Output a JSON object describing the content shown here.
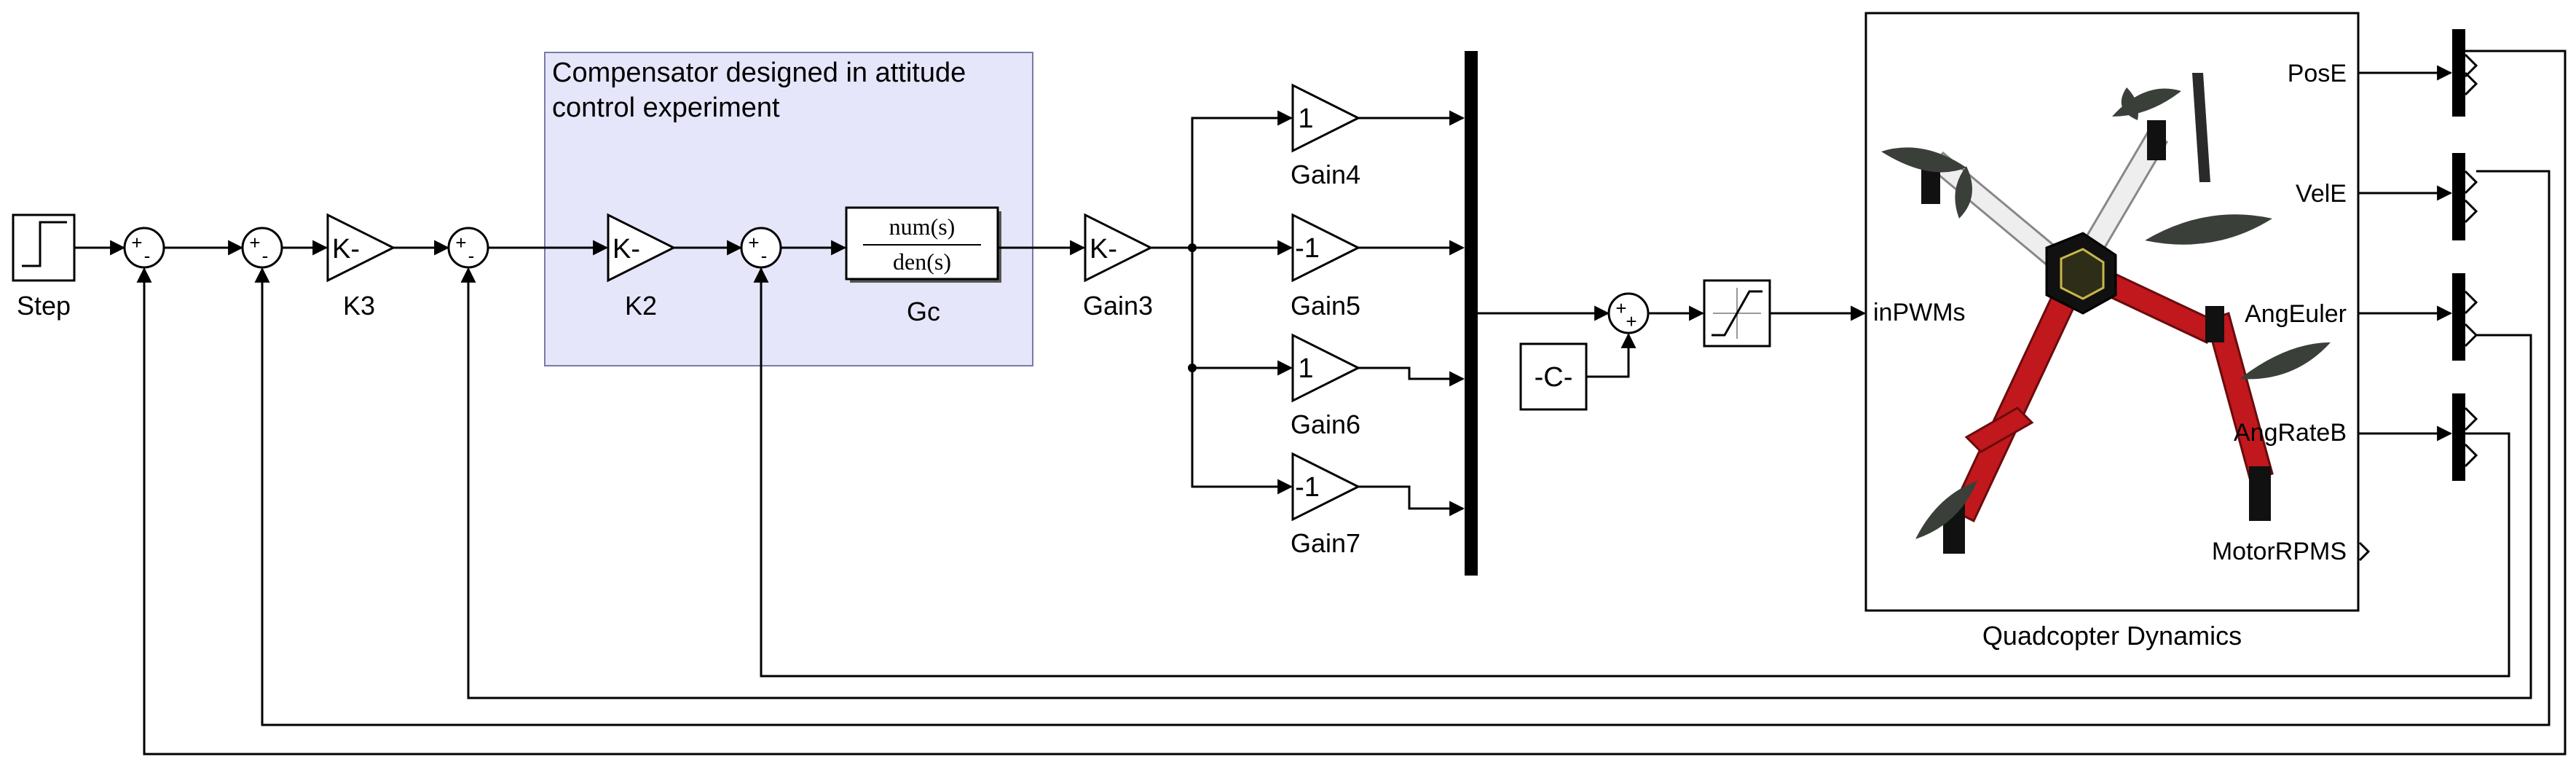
{
  "annotation": {
    "line1": "Compensator designed in attitude",
    "line2": "control experiment",
    "color": "#e6e6fa"
  },
  "blocks": {
    "step": {
      "label": "Step"
    },
    "k3": {
      "label": "K3",
      "text": "K-"
    },
    "k2": {
      "label": "K2",
      "text": "K-"
    },
    "gc": {
      "label": "Gc",
      "num": "num(s)",
      "den": "den(s)"
    },
    "gain3": {
      "label": "Gain3",
      "text": "K-"
    },
    "gain4": {
      "label": "Gain4",
      "text": "1"
    },
    "gain5": {
      "label": "Gain5",
      "text": "-1"
    },
    "gain6": {
      "label": "Gain6",
      "text": "1"
    },
    "gain7": {
      "label": "Gain7",
      "text": "-1"
    },
    "const": {
      "text": "-C-"
    },
    "quad": {
      "label": "Quadcopter Dynamics",
      "input": "inPWMs",
      "outputs": [
        "PosE",
        "VelE",
        "AngEuler",
        "AngRateB",
        "MotorRPMS"
      ]
    }
  },
  "sums": {
    "s1": [
      "+",
      "-"
    ],
    "s2": [
      "+",
      "-"
    ],
    "s3": [
      "+",
      "-"
    ],
    "s4": [
      "+",
      "-"
    ],
    "s5": [
      "+",
      "+"
    ]
  },
  "colors": {
    "frame_red": "#c0181c",
    "frame_white": "#eeeeee",
    "prop": "#3a3f3a"
  }
}
